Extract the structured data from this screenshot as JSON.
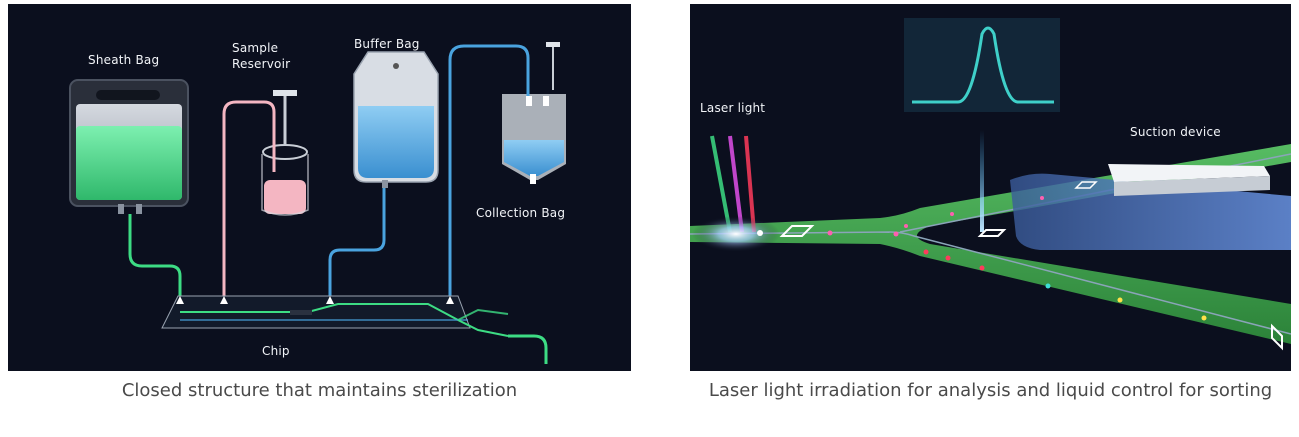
{
  "left_panel": {
    "labels": {
      "sheath_bag": "Sheath Bag",
      "sample_reservoir_line1": "Sample",
      "sample_reservoir_line2": "Reservoir",
      "buffer_bag": "Buffer Bag",
      "collection_bag": "Collection  Bag",
      "chip": "Chip"
    },
    "caption": "Closed structure that maintains sterilization"
  },
  "right_panel": {
    "labels": {
      "laser_light": "Laser light",
      "suction_device": "Suction device"
    },
    "caption": "Laser light irradiation for analysis and liquid control for sorting"
  },
  "colors": {
    "background": "#0b0f1e",
    "sheath_fluid": "#3ddc84",
    "sample_fluid": "#f4b6c2",
    "buffer_fluid": "#4aa3df",
    "signal_curve": "#3fd0c9"
  }
}
